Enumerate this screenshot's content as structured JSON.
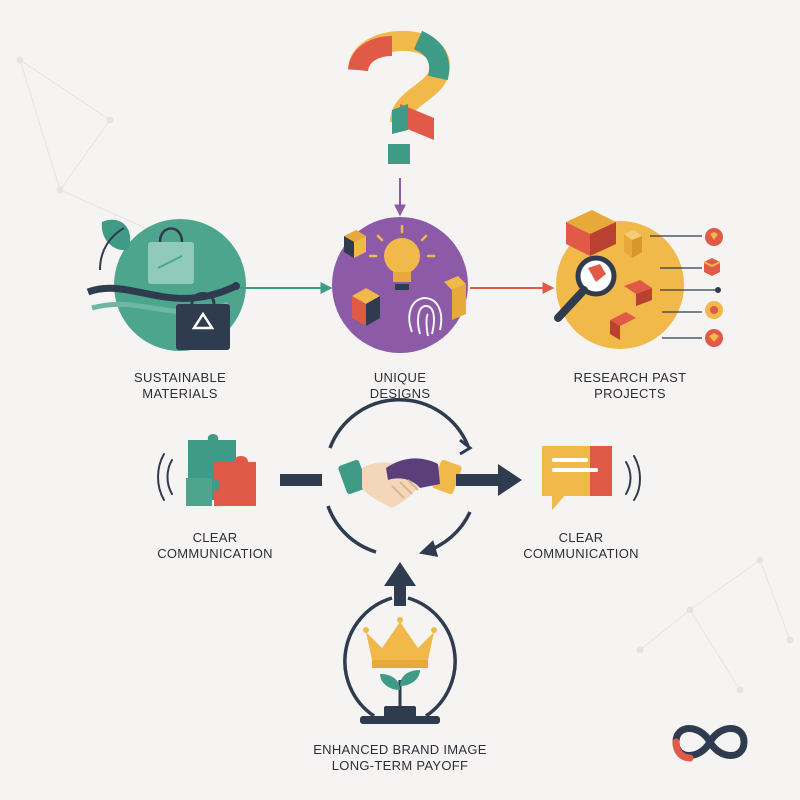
{
  "nodes": {
    "sustainable": {
      "line1": "SUSTAINABLE",
      "line2": "MATERIALS"
    },
    "unique": {
      "line1": "UNIQUE",
      "line2": "DESIGNS"
    },
    "research": {
      "line1": "RESEARCH PAST",
      "line2": "PROJECTS"
    },
    "comm_left": {
      "line1": "CLEAR",
      "line2": "COMMUNICATION"
    },
    "comm_right": {
      "line1": "CLEAR",
      "line2": "COMMUNICATION"
    },
    "brand": {
      "line1": "ENHANCED BRAND IMAGE",
      "line2": "LONG-TERM PAYOFF"
    }
  },
  "icons": {
    "top": "question-mark-icon",
    "sustainable": "shopping-bag-recycle-icon",
    "unique": "lightbulb-fingerprint-icon",
    "research": "magnifier-cubes-icon",
    "comm_left": "puzzle-icon",
    "center": "handshake-icon",
    "comm_right": "speech-bubble-icon",
    "brand": "crown-sprout-icon",
    "corner": "infinity-icon"
  },
  "colors": {
    "teal": "#3f9a86",
    "purple": "#8c5aa6",
    "yellow": "#f1b84a",
    "red": "#e05a47",
    "navy": "#2f3b4f",
    "text": "#2e2e38"
  }
}
